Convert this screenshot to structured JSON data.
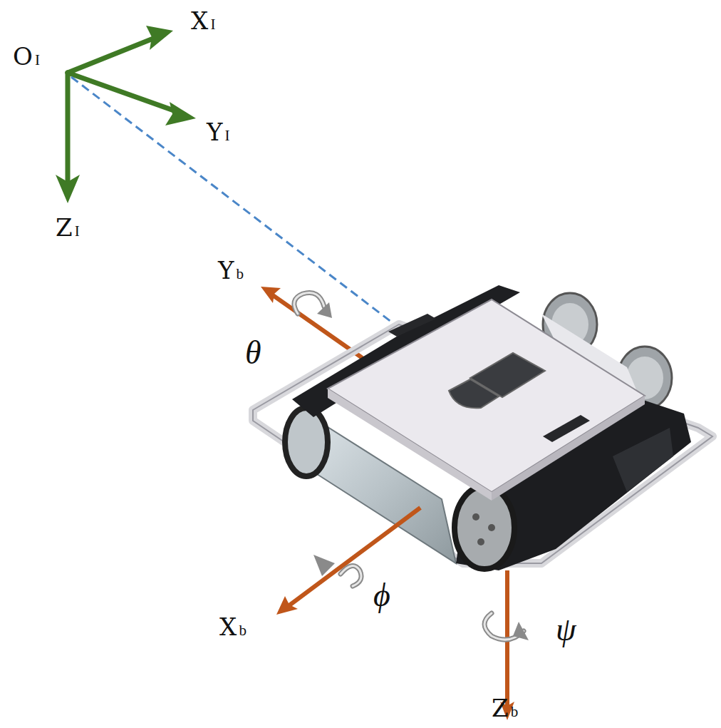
{
  "diagram": {
    "labels": [
      "OI",
      "XI",
      "YI",
      "ZI",
      "Yb",
      "θ",
      "Xb",
      "ϕ",
      "ψ",
      "Zb"
    ]
  }
}
